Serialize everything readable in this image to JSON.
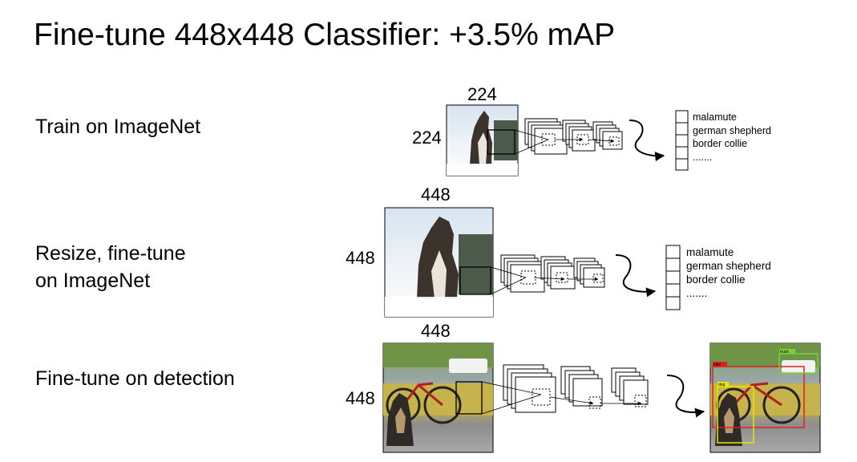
{
  "slide": {
    "title": "Fine-tune 448x448 Classifier: +3.5% mAP"
  },
  "rows": [
    {
      "label": "Train on ImageNet",
      "input_width": "224",
      "input_height": "224",
      "classes": [
        "malamute",
        "german shepherd",
        "border collie",
        "......."
      ]
    },
    {
      "label_line1": "Resize, fine-tune",
      "label_line2": "on ImageNet",
      "input_width": "448",
      "input_height": "448",
      "classes": [
        "malamute",
        "german shepherd",
        "border collie",
        "......."
      ]
    },
    {
      "label": "Fine-tune on detection",
      "input_width": "448",
      "input_height": "448",
      "detection_labels": [
        "bike",
        "dog",
        "truck"
      ]
    }
  ],
  "colors": {
    "box_red": "#e02020",
    "box_yellow": "#e8e800",
    "box_green": "#7ad03a",
    "snow": "#eef2f6",
    "fence": "#c9b84e"
  }
}
